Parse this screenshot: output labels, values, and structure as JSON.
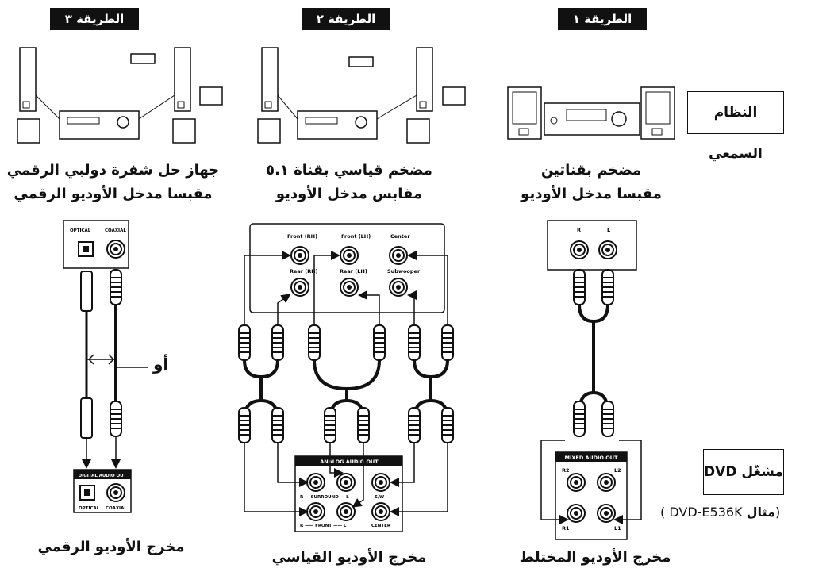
{
  "methods": [
    {
      "tab": "الطريقة ١",
      "output_caption": "مخرج الأوديو المختلط"
    },
    {
      "tab": "الطريقة ٢",
      "output_caption": "مخرج الأوديو القياسي"
    },
    {
      "tab": "الطريقة ٣",
      "output_caption": "مخرج الأوديو الرقمي"
    }
  ],
  "device_captions": {
    "method1": {
      "line1": "مضخم بقناتين",
      "line2": "مقبسا مدخل الأوديو"
    },
    "method2": {
      "line1": "مضخم قياسي بقناة ٥.١",
      "line2": "مقابس مدخل الأوديو"
    },
    "method3": {
      "line1": "جهاز حل شفرة دولبي الرقمي",
      "line2": "مقبسا مدخل الأوديو الرقمي"
    }
  },
  "audio_system_label": "النظام السمعي",
  "dvd_player_label": "مشغّل DVD",
  "example": {
    "prefix": "مثال",
    "model": "DVD-E536K",
    "open": "(",
    "close": ")"
  },
  "or_label": "أو",
  "jack_labels": {
    "two_ch": {
      "r": "R",
      "l": "L"
    },
    "five_one": {
      "front_rh": "Front (RH)",
      "front_lh": "Front (LH)",
      "center": "Center",
      "rear_rh": "Rear (RH)",
      "rear_lh": "Rear (LH)",
      "subwoofer": "Subwooper"
    },
    "digital_in": {
      "optical": "OPTICAL",
      "coaxial": "COAXIAL"
    },
    "mixed_out": {
      "title": "MIXED AUDIO OUT",
      "r2": "R2",
      "l2": "L2",
      "r1": "R1",
      "l1": "L1"
    },
    "analog_out": {
      "title": "ANALOG AUDIO OUT",
      "surround": "R — SURROUND — L",
      "front": "R —— FRONT —— L",
      "sw": "S/W",
      "center": "CENTER"
    },
    "digital_out": {
      "title": "DIGITAL AUDIO OUT",
      "optical": "OPTICAL",
      "coaxial": "COAXIAL"
    }
  }
}
